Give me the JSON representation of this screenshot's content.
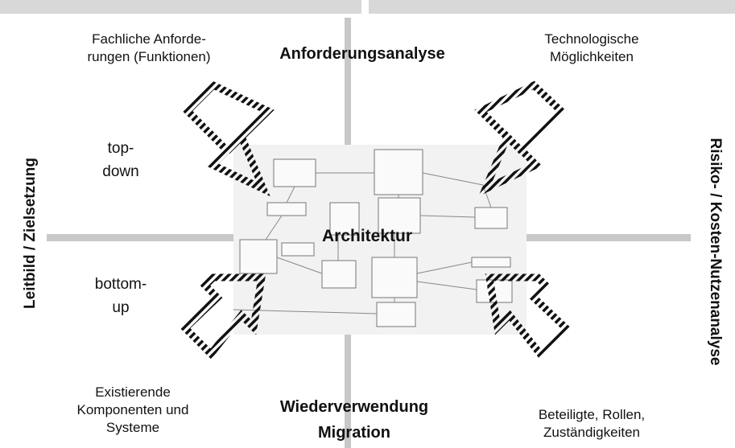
{
  "center": {
    "title": "Architektur"
  },
  "top": {
    "title": "Anforderungsanalyse"
  },
  "bottom": {
    "line1": "Wiederverwendung",
    "line2": "Migration"
  },
  "left": {
    "title": "Leitbild / Zielsetzung"
  },
  "right": {
    "title": "Risiko- / Kosten-Nutzenanalyse"
  },
  "corners": {
    "top_left": "Fachliche Anforde-\nrungen (Funktionen)",
    "top_right": "Technologische\nMöglichkeiten",
    "bottom_left": "Existierende\nKomponenten und\nSysteme",
    "bottom_right": "Beteiligte, Rollen,\nZuständigkeiten"
  },
  "approaches": {
    "top_down": "top-\ndown",
    "bottom_up": "bottom-\nup"
  }
}
